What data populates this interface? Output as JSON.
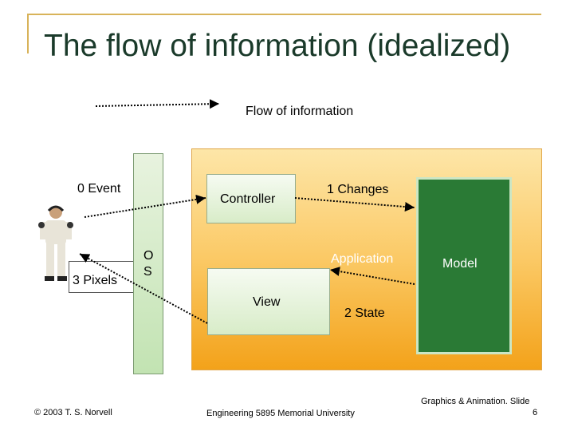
{
  "slide": {
    "title": "The flow of information (idealized)"
  },
  "legend": {
    "label": "Flow of information"
  },
  "diagram": {
    "event_label": "0 Event",
    "pixels_label": "3 Pixels",
    "os_label_line1": "O",
    "os_label_line2": "S",
    "controller_label": "Controller",
    "view_label": "View",
    "changes_label": "1 Changes",
    "application_label": "Application",
    "model_label": "Model",
    "state_label": "2 State"
  },
  "footer": {
    "copyright": "© 2003 T. S. Norvell",
    "center": "Engineering 5895 Memorial University",
    "right_line1": "Graphics & Animation. Slide",
    "right_line2": "6"
  },
  "colors": {
    "title": "#1a3a2a",
    "frame_accent": "#d8b35a",
    "application_bg": "#fbc965",
    "model_bg": "#2a7a35",
    "os_bg": "#c2e3b2"
  },
  "icons": {
    "person": "person-with-headphones-icon"
  }
}
